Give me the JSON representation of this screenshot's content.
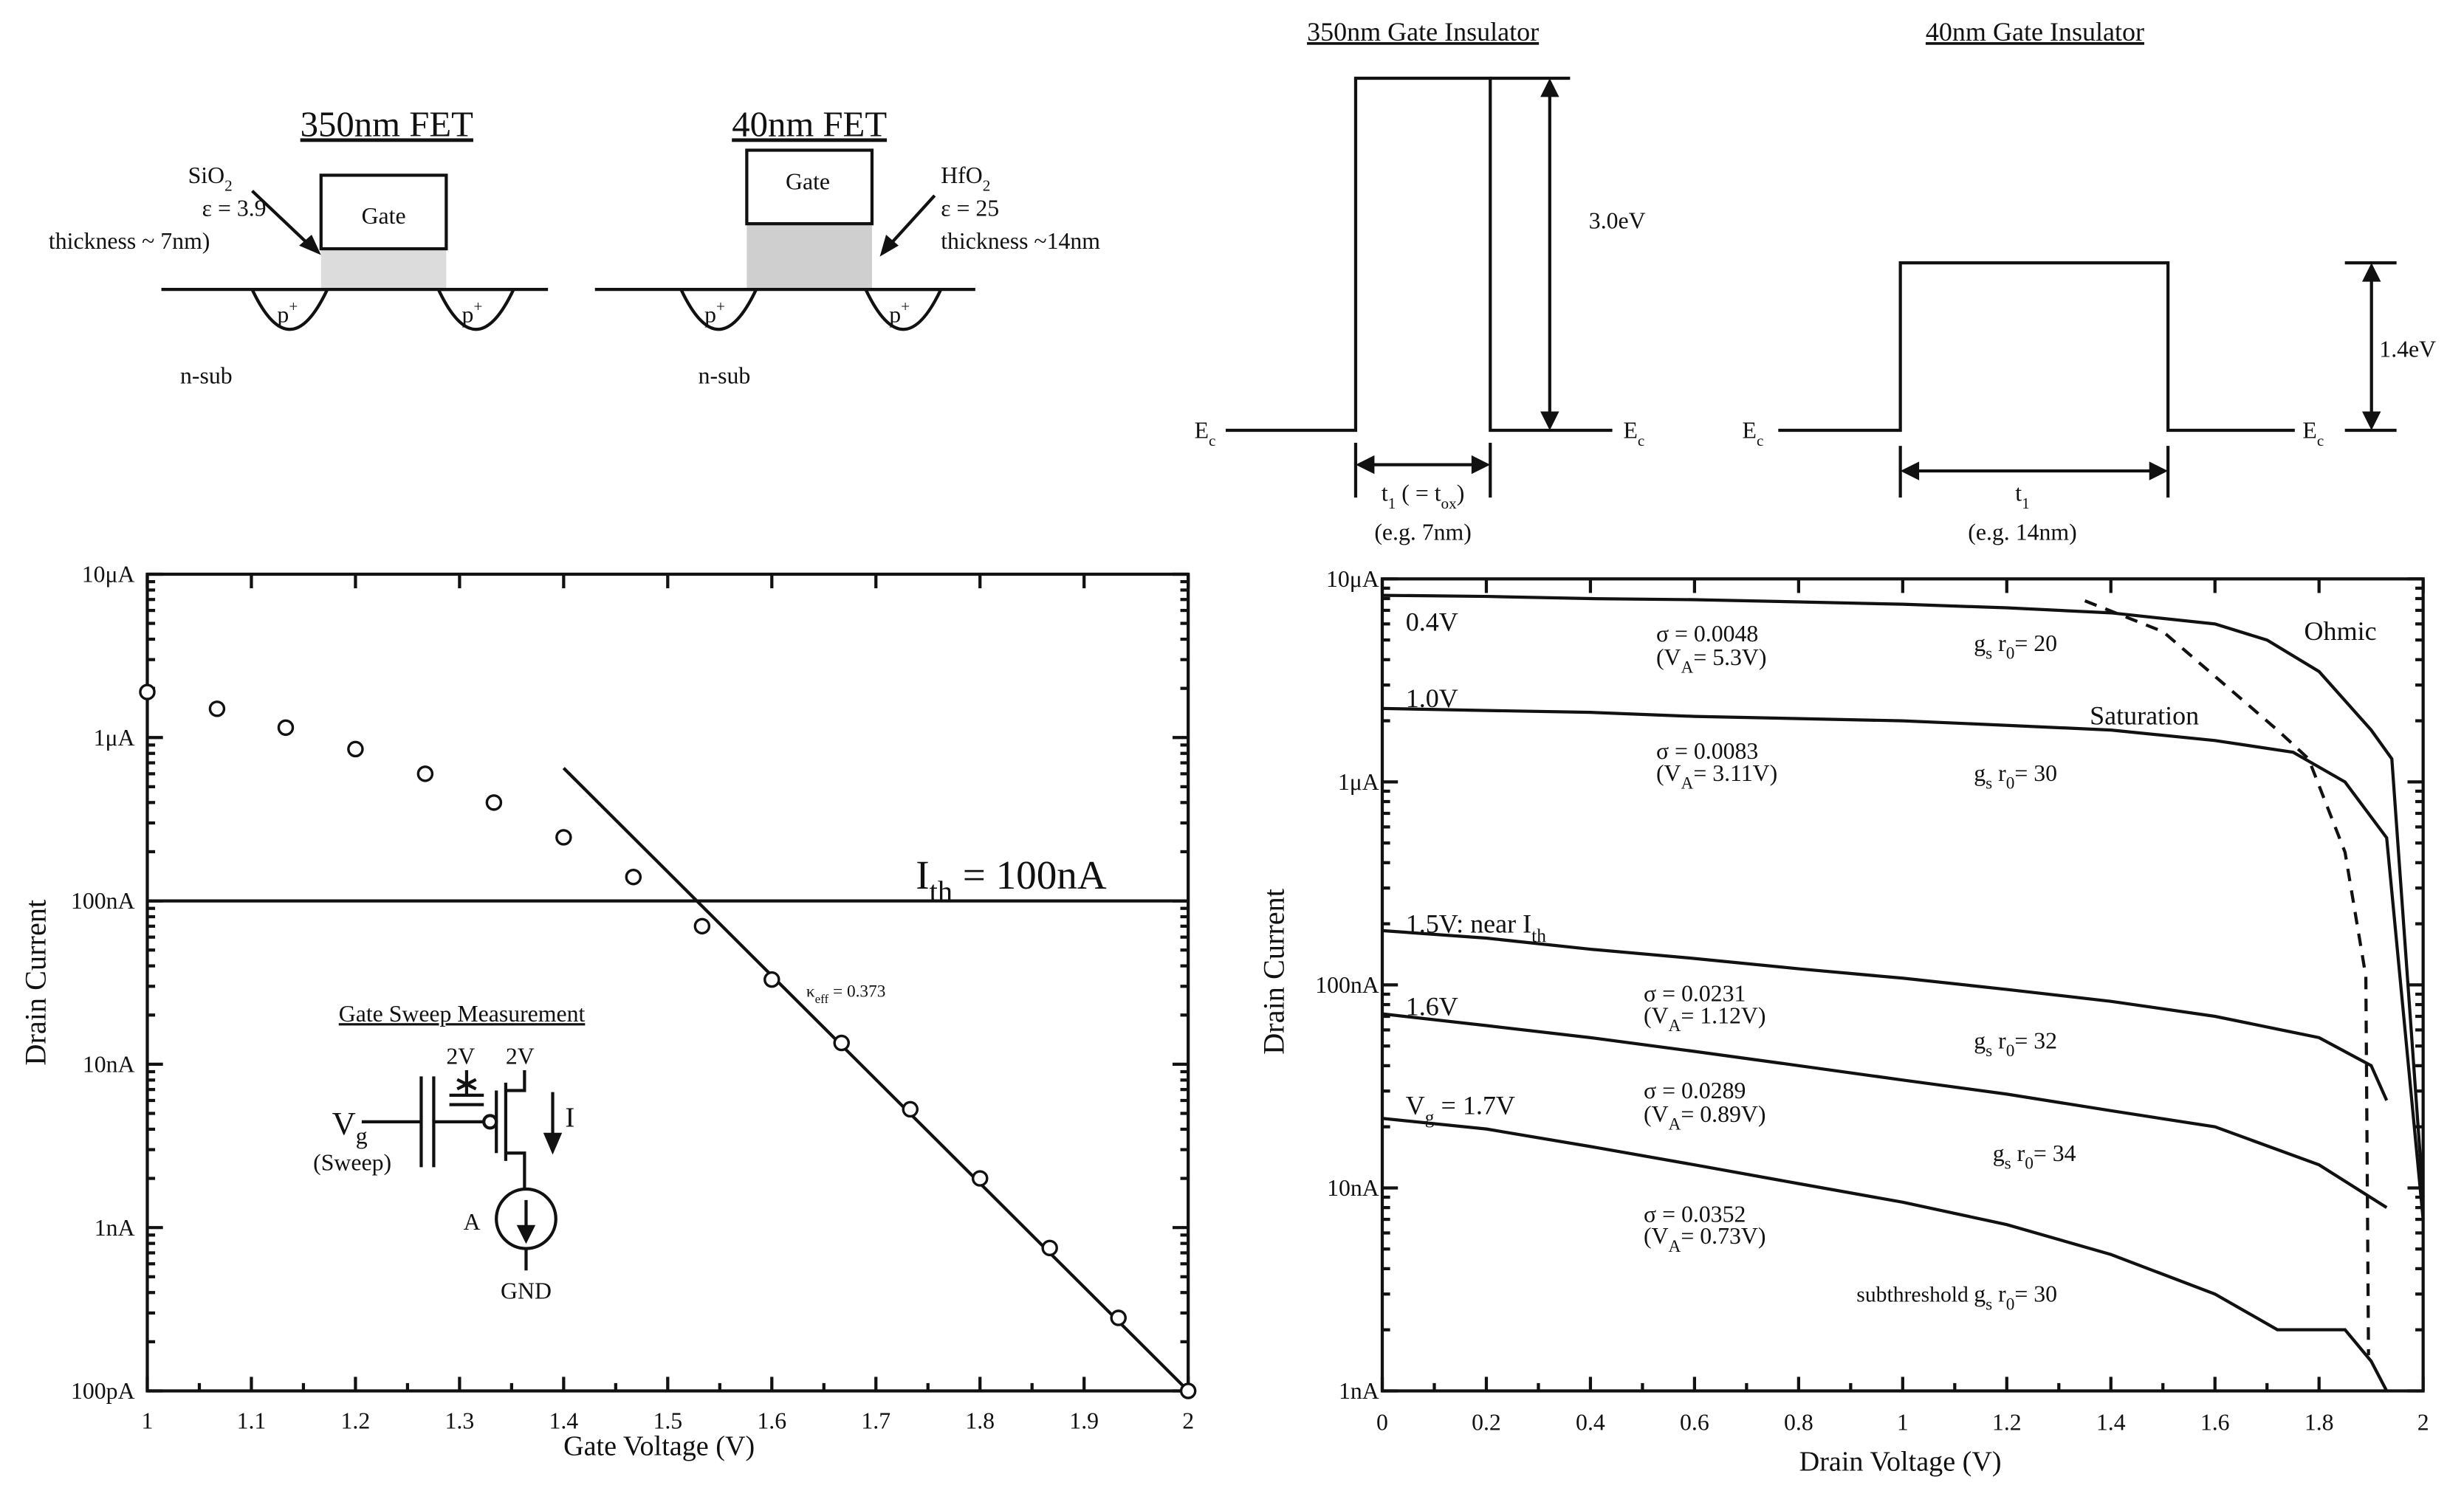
{
  "fet": {
    "left": {
      "title": "350nm FET",
      "gate": "Gate",
      "material": "SiO",
      "material_sub": "2",
      "eps": "ε = 3.9",
      "thickness": "thickness ~ 7nm)",
      "contact": "p",
      "contact_sup": "+",
      "substrate": "n-sub"
    },
    "right": {
      "title": "40nm FET",
      "gate": "Gate",
      "material": "HfO",
      "material_sub": "2",
      "eps": "ε = 25",
      "thickness": "thickness  ~14nm",
      "contact": "p",
      "contact_sup": "+",
      "substrate": "n-sub"
    }
  },
  "barrier": {
    "left": {
      "title": "350nm Gate Insulator",
      "height": "3.0eV",
      "ec": "E",
      "ec_sub": "c",
      "width_main": "t",
      "width_sub": "1",
      "width_mid": " ( = t",
      "width_sub2": "ox",
      "width_end": ")",
      "example": "(e.g. 7nm)"
    },
    "right": {
      "title": "40nm Gate Insulator",
      "height": "1.4eV",
      "ec": "E",
      "ec_sub": "c",
      "width_main": "t",
      "width_sub": "1",
      "example": "(e.g. 14nm)"
    }
  },
  "gate_sweep": {
    "ylabel": "Drain Current",
    "xlabel": "Gate Voltage (V)",
    "ith_main": "I",
    "ith_sub": "th",
    "ith_rest": " = 100nA",
    "kappa_main": "κ",
    "kappa_sub": "eff",
    "kappa_rest": " = 0.373",
    "inset": {
      "title": "Gate Sweep Measurement",
      "v1": "2V",
      "v2": "2V",
      "vg_main": "V",
      "vg_sub": "g",
      "sweep": "(Sweep)",
      "current": "I",
      "meter": "A",
      "gnd": "GND"
    }
  },
  "drain_sweep": {
    "ylabel": "Drain Current",
    "xlabel": "Drain Voltage (V)",
    "ohmic": "Ohmic",
    "saturation": "Saturation",
    "curves": [
      {
        "gate": "0.4V",
        "sigma": "σ = 0.0048",
        "va_pre": "(V",
        "va_sub": "A",
        "va_post": "= 5.3V)",
        "gsr_pre": "g",
        "gsr_s": "s",
        "gsr_r": " r",
        "gsr_0": "0",
        "gsr_val": "= 20"
      },
      {
        "gate": "1.0V",
        "sigma": "σ = 0.0083",
        "va_pre": "(V",
        "va_sub": "A",
        "va_post": "= 3.11V)",
        "gsr_pre": "g",
        "gsr_s": "s",
        "gsr_r": " r",
        "gsr_0": "0",
        "gsr_val": "= 30"
      },
      {
        "gate": "1.5V: near I",
        "gate_sub": "th",
        "sigma": "σ = 0.0231",
        "va_pre": "(V",
        "va_sub": "A",
        "va_post": "= 1.12V)",
        "gsr_pre": "g",
        "gsr_s": "s",
        "gsr_r": " r",
        "gsr_0": "0",
        "gsr_val": "= 32"
      },
      {
        "gate": "1.6V",
        "sigma": "σ = 0.0289",
        "va_pre": "(V",
        "va_sub": "A",
        "va_post": "= 0.89V)",
        "gsr_pre": "g",
        "gsr_s": "s",
        "gsr_r": " r",
        "gsr_0": "0",
        "gsr_val": "= 34"
      },
      {
        "gate_main": "V",
        "gate_main_sub": "g",
        "gate": " = 1.7V",
        "sigma": "σ = 0.0352",
        "va_pre": "(V",
        "va_sub": "A",
        "va_post": "= 0.73V)",
        "gsr_label": "subthreshold ",
        "gsr_pre": "g",
        "gsr_s": "s",
        "gsr_r": " r",
        "gsr_0": "0",
        "gsr_val": "= 30"
      }
    ]
  },
  "chart_data": [
    {
      "type": "scatter",
      "xlabel": "Gate Voltage (V)",
      "ylabel": "Drain Current",
      "xlim": [
        1,
        2
      ],
      "ylim": [
        1e-10,
        1e-05
      ],
      "yscale": "log",
      "x_ticks": [
        "1",
        "1.1",
        "1.2",
        "1.3",
        "1.4",
        "1.5",
        "1.6",
        "1.7",
        "1.8",
        "1.9",
        "2"
      ],
      "y_ticks": [
        "100pA",
        "1nA",
        "10nA",
        "100nA",
        "1μA",
        "10μA"
      ],
      "points": [
        [
          1.0,
          1.9e-06
        ],
        [
          1.067,
          1.5e-06
        ],
        [
          1.133,
          1.15e-06
        ],
        [
          1.2,
          8.5e-07
        ],
        [
          1.267,
          6e-07
        ],
        [
          1.333,
          4e-07
        ],
        [
          1.4,
          2.45e-07
        ],
        [
          1.467,
          1.4e-07
        ],
        [
          1.533,
          7e-08
        ],
        [
          1.6,
          3.3e-08
        ],
        [
          1.667,
          1.35e-08
        ],
        [
          1.733,
          5.3e-09
        ],
        [
          1.8,
          2e-09
        ],
        [
          1.867,
          7.5e-10
        ],
        [
          1.933,
          2.8e-10
        ],
        [
          2.0,
          1e-10
        ]
      ],
      "fit_line": [
        [
          1.4,
          6.5e-07
        ],
        [
          2.0,
          1e-10
        ]
      ],
      "threshold": 1e-07
    },
    {
      "type": "line",
      "xlabel": "Drain Voltage (V)",
      "ylabel": "Drain Current",
      "xlim": [
        0,
        2
      ],
      "ylim": [
        1e-09,
        1e-05
      ],
      "yscale": "log",
      "x_ticks": [
        "0",
        "0.2",
        "0.4",
        "0.6",
        "0.8",
        "1",
        "1.2",
        "1.4",
        "1.6",
        "1.8",
        "2"
      ],
      "y_ticks": [
        "1nA",
        "10nA",
        "100nA",
        "1μA",
        "10μA"
      ],
      "series": [
        {
          "name": "0.4V",
          "points": [
            [
              0,
              8.3e-06
            ],
            [
              0.2,
              8.2e-06
            ],
            [
              0.4,
              8e-06
            ],
            [
              0.6,
              7.9e-06
            ],
            [
              0.8,
              7.7e-06
            ],
            [
              1.0,
              7.5e-06
            ],
            [
              1.2,
              7.2e-06
            ],
            [
              1.4,
              6.8e-06
            ],
            [
              1.6,
              6e-06
            ],
            [
              1.7,
              5e-06
            ],
            [
              1.8,
              3.5e-06
            ],
            [
              1.9,
              1.8e-06
            ],
            [
              1.94,
              1.3e-06
            ],
            [
              2.0,
              9e-09
            ]
          ]
        },
        {
          "name": "1.0V",
          "points": [
            [
              0,
              2.3e-06
            ],
            [
              0.2,
              2.25e-06
            ],
            [
              0.4,
              2.2e-06
            ],
            [
              0.6,
              2.1e-06
            ],
            [
              0.8,
              2.05e-06
            ],
            [
              1.0,
              2e-06
            ],
            [
              1.2,
              1.9e-06
            ],
            [
              1.4,
              1.8e-06
            ],
            [
              1.6,
              1.6e-06
            ],
            [
              1.75,
              1.4e-06
            ],
            [
              1.85,
              1e-06
            ],
            [
              1.93,
              5.3e-07
            ],
            [
              2.0,
              7e-09
            ]
          ]
        },
        {
          "name": "1.5V: near Ith",
          "points": [
            [
              0,
              1.85e-07
            ],
            [
              0.2,
              1.7e-07
            ],
            [
              0.4,
              1.5e-07
            ],
            [
              0.6,
              1.35e-07
            ],
            [
              0.8,
              1.2e-07
            ],
            [
              1.0,
              1.08e-07
            ],
            [
              1.2,
              9.5e-08
            ],
            [
              1.4,
              8.3e-08
            ],
            [
              1.6,
              7e-08
            ],
            [
              1.8,
              5.5e-08
            ],
            [
              1.9,
              4e-08
            ],
            [
              1.93,
              2.7e-08
            ]
          ]
        },
        {
          "name": "1.6V",
          "points": [
            [
              0,
              7.2e-08
            ],
            [
              0.2,
              6.3e-08
            ],
            [
              0.4,
              5.5e-08
            ],
            [
              0.6,
              4.7e-08
            ],
            [
              0.8,
              4e-08
            ],
            [
              1.0,
              3.4e-08
            ],
            [
              1.2,
              2.9e-08
            ],
            [
              1.4,
              2.4e-08
            ],
            [
              1.6,
              2e-08
            ],
            [
              1.8,
              1.3e-08
            ],
            [
              1.93,
              8e-09
            ]
          ]
        },
        {
          "name": "Vg = 1.7V",
          "points": [
            [
              0,
              2.2e-08
            ],
            [
              0.2,
              1.95e-08
            ],
            [
              0.4,
              1.6e-08
            ],
            [
              0.6,
              1.3e-08
            ],
            [
              0.8,
              1.05e-08
            ],
            [
              1.0,
              8.5e-09
            ],
            [
              1.2,
              6.6e-09
            ],
            [
              1.4,
              4.7e-09
            ],
            [
              1.6,
              3e-09
            ],
            [
              1.72,
              2e-09
            ],
            [
              1.85,
              2e-09
            ],
            [
              1.9,
              1.4e-09
            ],
            [
              1.93,
              1e-09
            ]
          ]
        }
      ],
      "boundary": [
        [
          1.35,
          7.8e-06
        ],
        [
          1.5,
          5.5e-06
        ],
        [
          1.72,
          1.8e-06
        ],
        [
          1.78,
          1.3e-06
        ],
        [
          1.85,
          4.5e-07
        ],
        [
          1.89,
          1.1e-07
        ],
        [
          1.895,
          1.5e-09
        ]
      ]
    }
  ]
}
